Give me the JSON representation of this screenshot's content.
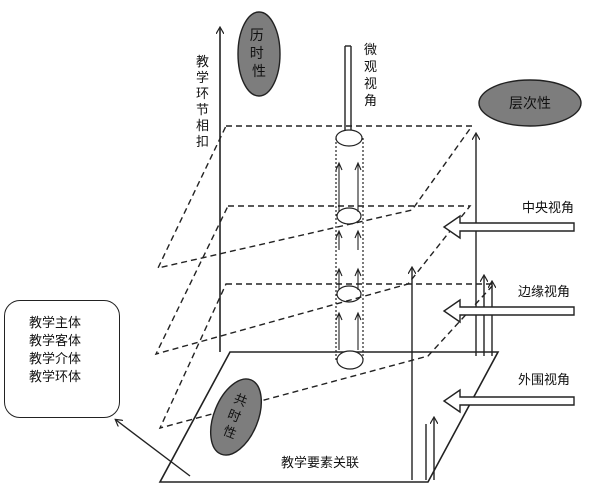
{
  "labels": {
    "diachronic": "历时性",
    "synchronic": "共时性",
    "hierarchy": "层次性",
    "teaching_links": "教学环节相扣",
    "micro_view": "微观视角",
    "central_view": "中央视角",
    "edge_view": "边缘视角",
    "peripheral_view": "外围视角",
    "element_link": "教学要素关联"
  },
  "legend": {
    "items": [
      "教学主体",
      "教学客体",
      "教学介体",
      "教学环体"
    ]
  },
  "colors": {
    "oval_fill": "#7d7d7d",
    "line": "#222222"
  }
}
